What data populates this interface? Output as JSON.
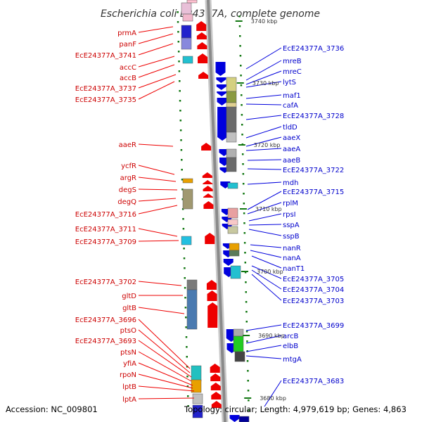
{
  "title": "Escherichia coli E24377A, complete genome",
  "footer": {
    "accession": "Accession: NC_009801",
    "summary": "Topology: circular; Length: 4,979,619 bp; Genes: 4,863"
  },
  "colors": {
    "forward_strand": "#ee0000",
    "reverse_strand": "#0000dd",
    "backbone": "#888888",
    "tick": "#117711"
  },
  "kbp_markers": [
    "3740 kbp",
    "3730 kbp",
    "3720 kbp",
    "3710 kbp",
    "3700 kbp",
    "3690 kbp",
    "3680 kbp"
  ],
  "left_labels": [
    "prmA",
    "panF",
    "EcE24377A_3741",
    "accC",
    "accB",
    "EcE24377A_3737",
    "EcE24377A_3735",
    "aaeR",
    "ycfR",
    "argR",
    "degS",
    "degQ",
    "EcE24377A_3716",
    "EcE24377A_3711",
    "EcE24377A_3709",
    "EcE24377A_3702",
    "gltD",
    "gltB",
    "EcE24377A_3696",
    "ptsO",
    "EcE24377A_3693",
    "ptsN",
    "yfiA",
    "rpoN",
    "lptB",
    "lptA"
  ],
  "right_labels": [
    "EcE24377A_3736",
    "mreB",
    "mreC",
    "lytS",
    "maf1",
    "cafA",
    "EcE24377A_3728",
    "tldD",
    "aaeX",
    "aaeA",
    "aaeB",
    "EcE24377A_3722",
    "mdh",
    "EcE24377A_3715",
    "rplM",
    "rpsI",
    "sspA",
    "sspB",
    "nanR",
    "nanA",
    "nanT1",
    "EcE24377A_3705",
    "EcE24377A_3704",
    "EcE24377A_3703",
    "EcE24377A_3699",
    "arcB",
    "elbB",
    "mtgA",
    "EcE24377A_3683"
  ]
}
